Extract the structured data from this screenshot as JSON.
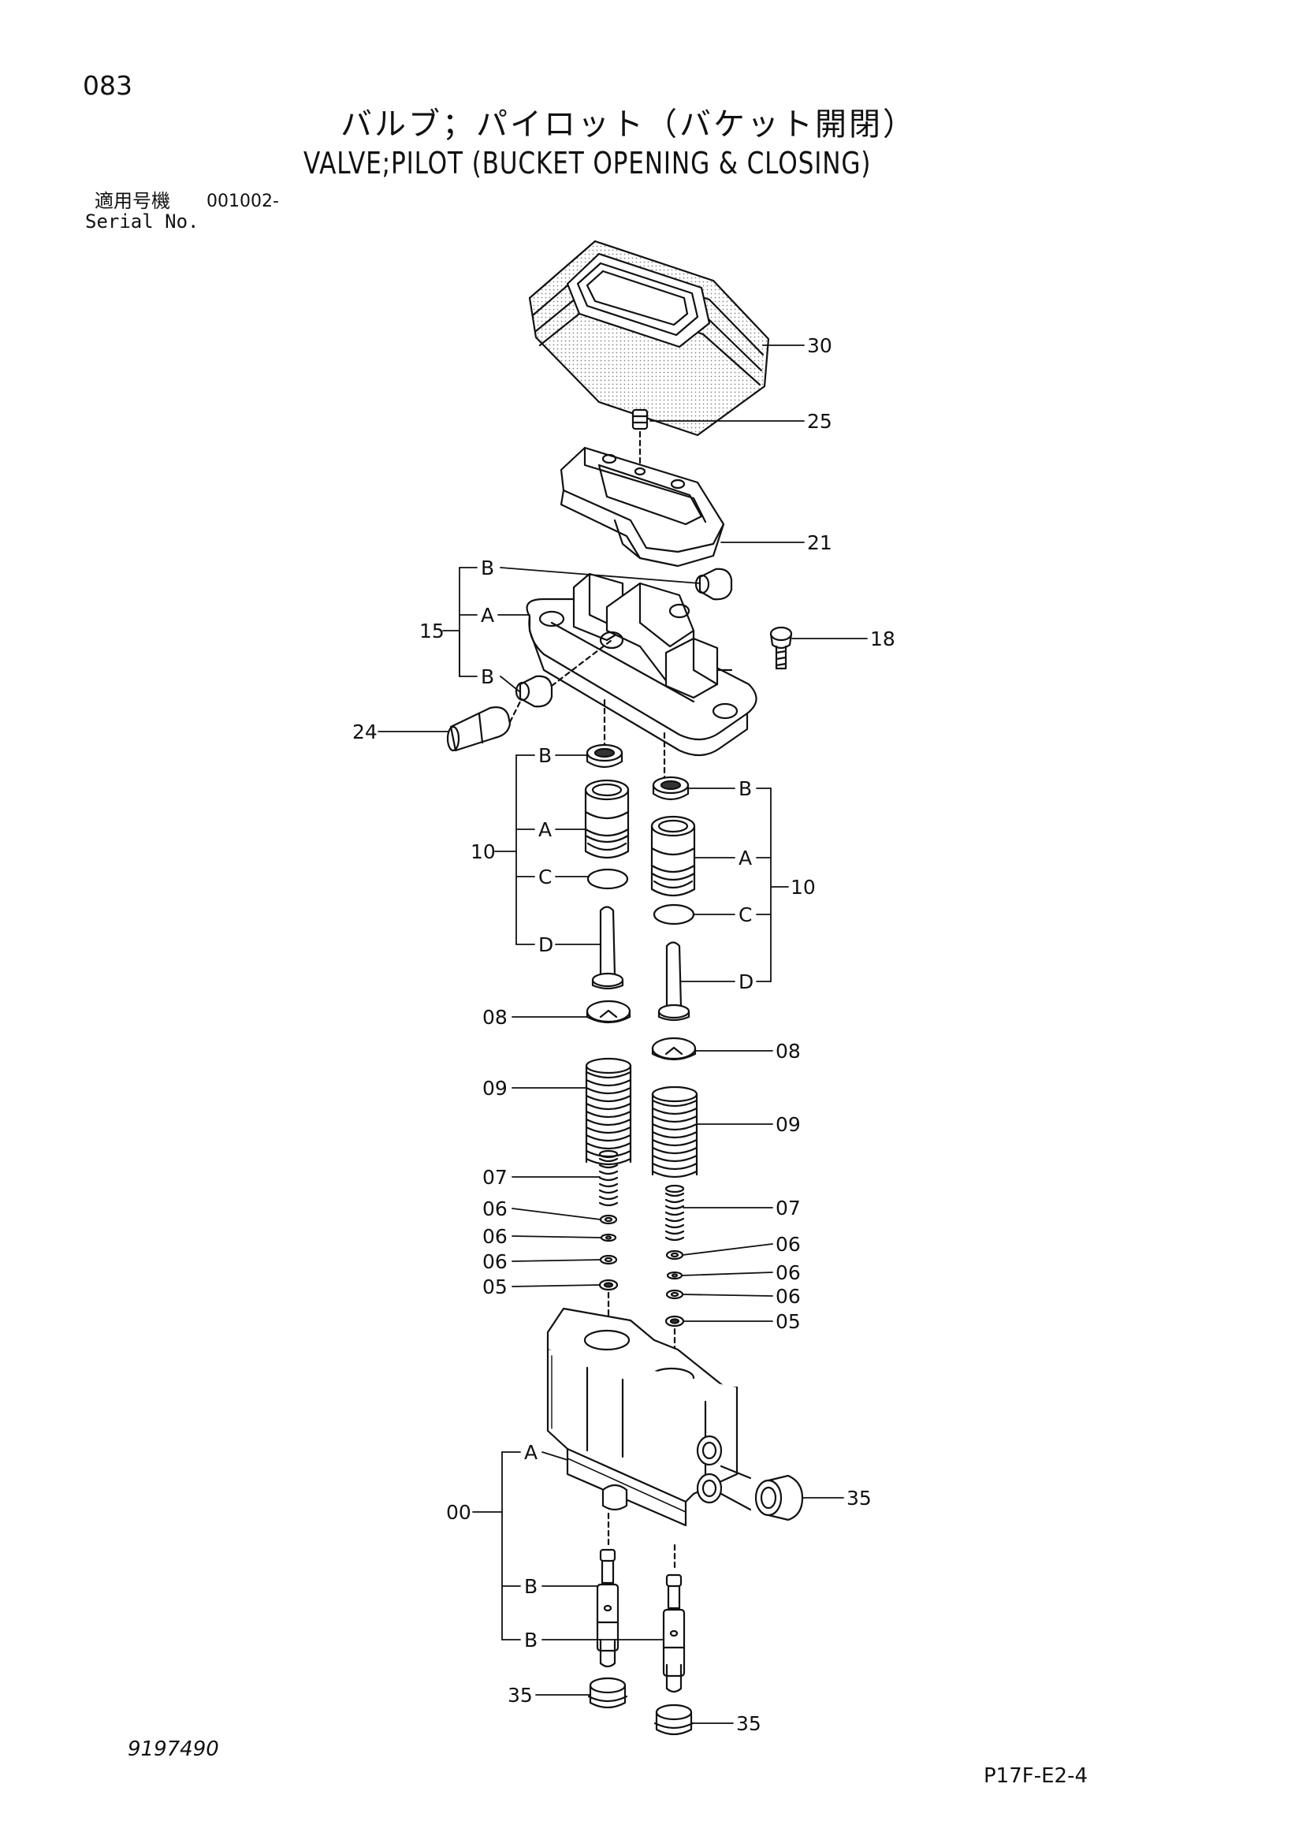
{
  "page_number": "083",
  "title_jp": "バルブ；パイロット（バケット開閉）",
  "title_en": "VALVE;PILOT (BUCKET OPENING & CLOSING)",
  "serial": {
    "label_jp": "適用号機",
    "value": "001002-",
    "label_en": "Serial No."
  },
  "document_number": "9197490",
  "sheet_reference": "P17F-E2-4",
  "callouts": {
    "c30": "30",
    "c25": "25",
    "c21": "21",
    "c18": "18",
    "c15": "15",
    "c24": "24",
    "c10_left": "10",
    "c10_right": "10",
    "c08_left": "08",
    "c08_right": "08",
    "c09_left": "09",
    "c09_right": "09",
    "c07_left": "07",
    "c07_right": "07",
    "c06_l1": "06",
    "c06_l2": "06",
    "c06_l3": "06",
    "c06_r1": "06",
    "c06_r2": "06",
    "c06_r3": "06",
    "c05_left": "05",
    "c05_right": "05",
    "c00": "00",
    "c35_side": "35",
    "c35_left": "35",
    "c35_right": "35"
  },
  "sub_labels": {
    "g15_b_top": "B",
    "g15_a": "A",
    "g15_b_bottom": "B",
    "g10l_b": "B",
    "g10l_a": "A",
    "g10l_c": "C",
    "g10l_d": "D",
    "g10r_b": "B",
    "g10r_a": "A",
    "g10r_c": "C",
    "g10r_d": "D",
    "g00_a": "A",
    "g00_b1": "B",
    "g00_b2": "B"
  }
}
